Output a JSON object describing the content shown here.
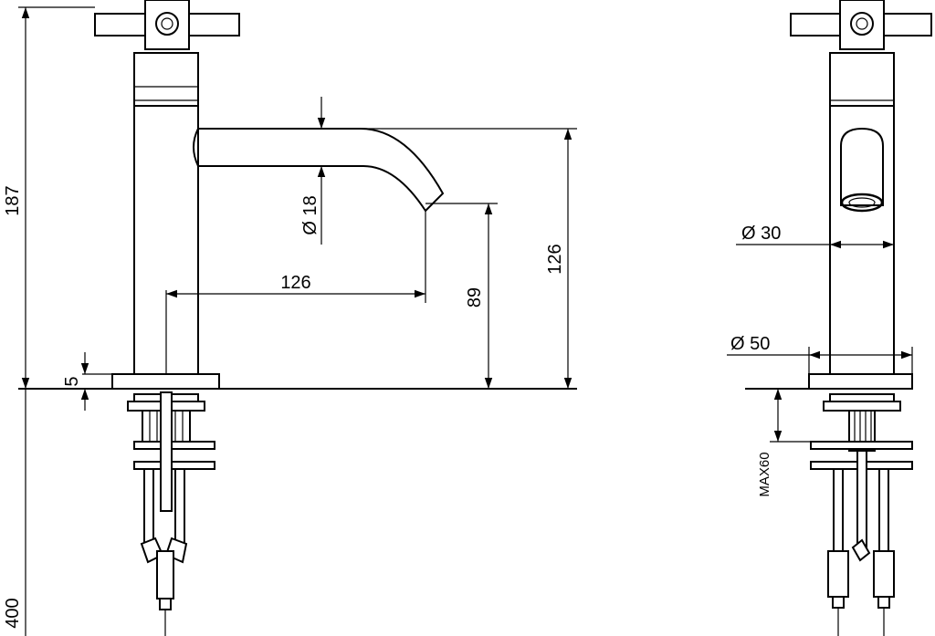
{
  "dimensions": {
    "total_height": "187",
    "total_length": "400",
    "base_thickness": "5",
    "spout_diameter": "Ø 18",
    "spout_reach": "126",
    "outlet_height": "89",
    "spout_height": "126",
    "body_diameter": "Ø 30",
    "base_diameter": "Ø 50",
    "max_deck": "MAX60"
  }
}
